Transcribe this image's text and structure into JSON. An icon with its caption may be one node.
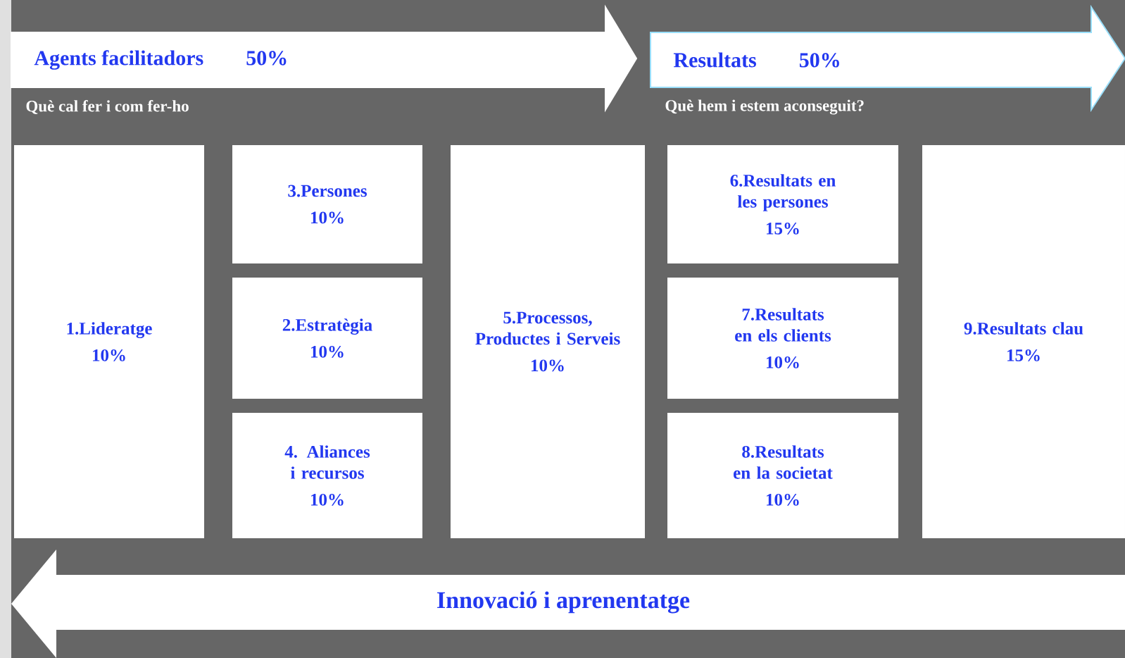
{
  "diagram": {
    "nodes": [
      {
        "text": [
          "Agents facilitadors",
          "50%"
        ],
        "beside": [
          "Què cal fer i com fer-ho"
        ]
      },
      {
        "text": [
          "Resultats",
          "50%"
        ],
        "beside": [
          "Què hem i estem aconseguit?"
        ]
      },
      {
        "text": [
          "1.Lideratge",
          "10%"
        ]
      },
      {
        "text": [
          "3.Persones",
          "10%"
        ]
      },
      {
        "text": [
          "2.Estratègia",
          "10%"
        ]
      },
      {
        "text": [
          "4. Aliances i recursos",
          "10%"
        ]
      },
      {
        "text": [
          "5.Processos, Productes i Serveis",
          "10%"
        ]
      },
      {
        "text": [
          "6.Resultats en les persones",
          "15%"
        ]
      },
      {
        "text": [
          "7.Resultats en els clients",
          "10%"
        ]
      },
      {
        "text": [
          "8.Resultats en la societat",
          "10%"
        ]
      },
      {
        "text": [
          "9.Resultats clau",
          "15%"
        ]
      },
      {
        "text": [
          "Innovació i aprenentatge"
        ]
      }
    ]
  }
}
